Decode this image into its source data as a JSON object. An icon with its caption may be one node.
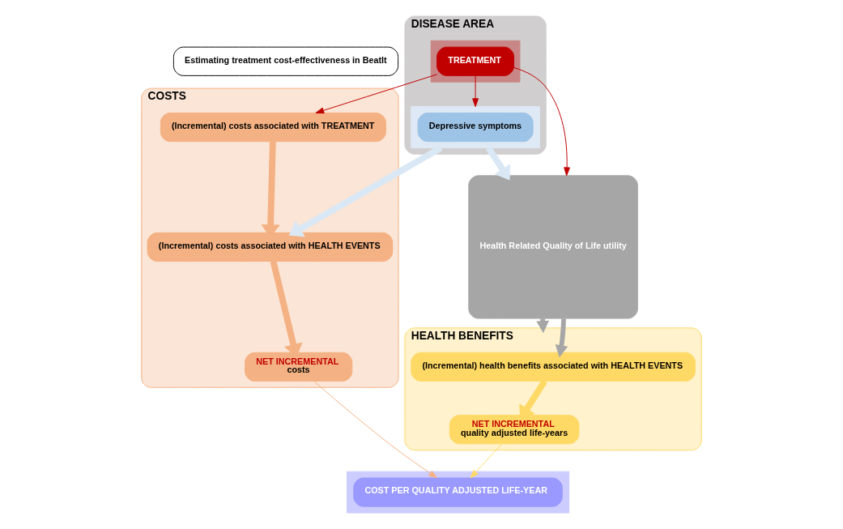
{
  "diagram": {
    "nodes": [
      {
        "text": [
          "Estimating treatment cost-effectiveness in BeatIt"
        ]
      },
      {
        "text": [
          "COSTS"
        ]
      },
      {
        "text": [
          "(Incremental) costs associated with TREATMENT"
        ],
        "in": 1
      },
      {
        "text": [
          "(Incremental) costs associated with HEALTH EVENTS"
        ],
        "in": 1
      },
      {
        "text": [
          "NET INCREMENTAL",
          "costs"
        ],
        "in": 1
      },
      {
        "text": [
          "DISEASE AREA"
        ]
      },
      {
        "text": [],
        "shape": "box",
        "in": 5
      },
      {
        "text": [
          "TREATMENT"
        ],
        "in": 6
      },
      {
        "text": [],
        "shape": "box",
        "in": 5
      },
      {
        "text": [
          "Depressive symptoms"
        ],
        "in": 8
      },
      {
        "text": [
          "Health Related Quality of Life utility"
        ]
      },
      {
        "text": [
          "HEALTH BENEFITS"
        ]
      },
      {
        "text": [
          "(Incremental) health benefits associated with HEALTH EVENTS"
        ],
        "in": 11
      },
      {
        "text": [
          "NET INCREMENTAL",
          "quality adjusted life-years"
        ],
        "in": 11
      },
      {
        "text": [],
        "shape": "box"
      },
      {
        "text": [
          "COST PER QUALITY ADJUSTED LIFE-YEAR"
        ],
        "in": 14
      }
    ],
    "edges": [
      {
        "from": 7,
        "to": 2,
        "arrow": "to",
        "color": "#c00000"
      },
      {
        "from": 7,
        "to": 8,
        "arrow": "to",
        "color": "#c00000"
      },
      {
        "from": 7,
        "to": 10,
        "arrow": "to",
        "color": "#c00000"
      },
      {
        "from": 10,
        "to": 11,
        "arrow": "to",
        "color": "#a6a6a6"
      },
      {
        "from": 10,
        "to": 12,
        "arrow": "to",
        "color": "#a6a6a6"
      },
      {
        "from": 8,
        "to": 3,
        "arrow": "to",
        "color": "#dae8f5"
      },
      {
        "from": 8,
        "to": 10,
        "arrow": "to",
        "color": "#dae8f5"
      },
      {
        "from": 2,
        "to": 3,
        "arrow": "to",
        "color": "#f4b183"
      },
      {
        "from": 3,
        "to": 4,
        "arrow": "to",
        "color": "#f4b183"
      },
      {
        "from": 12,
        "to": 13,
        "arrow": "to",
        "color": "#ffd966"
      },
      {
        "from": 4,
        "to": 15,
        "arrow": "to",
        "color": "#f4b183"
      },
      {
        "from": 13,
        "to": 15,
        "arrow": "to",
        "color": "#ffd966"
      }
    ]
  }
}
